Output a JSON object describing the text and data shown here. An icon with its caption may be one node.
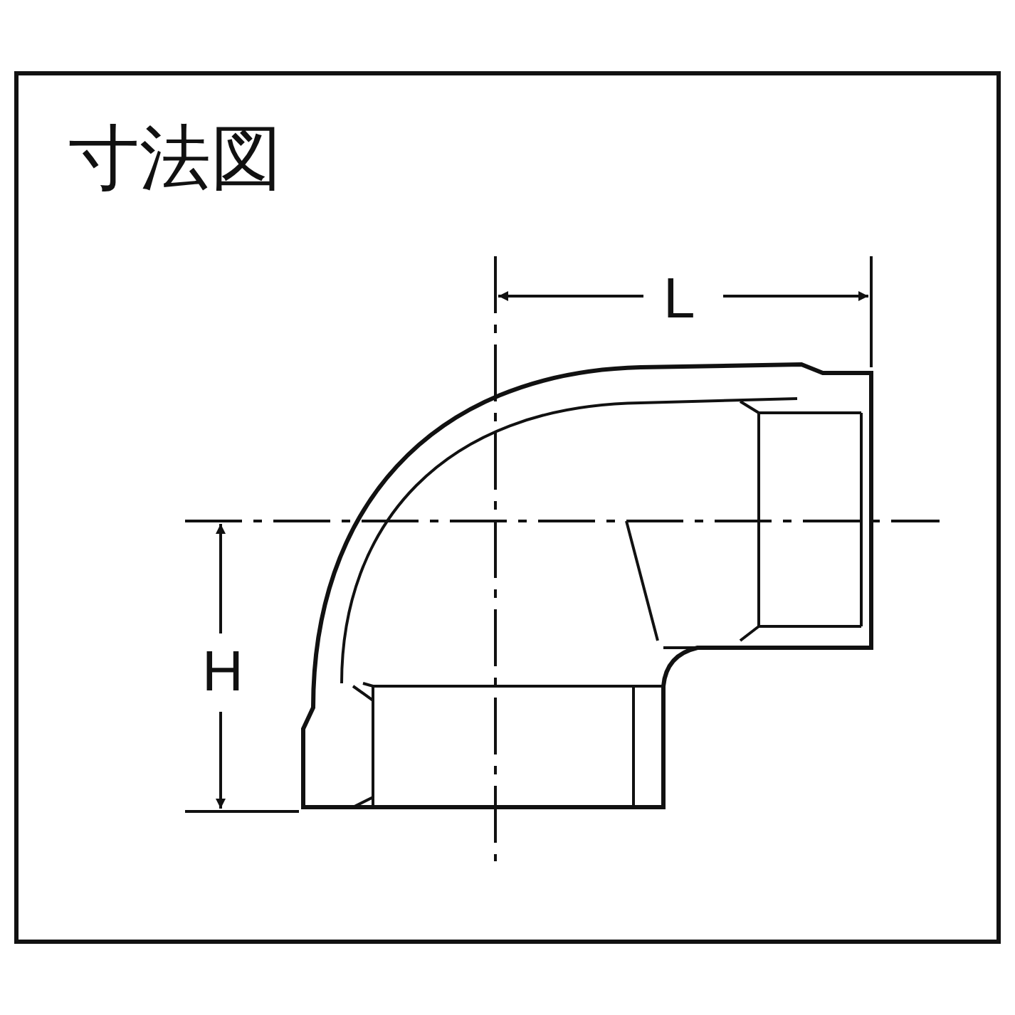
{
  "diagram": {
    "title": "寸法図",
    "labels": [
      "L",
      "H"
    ]
  }
}
